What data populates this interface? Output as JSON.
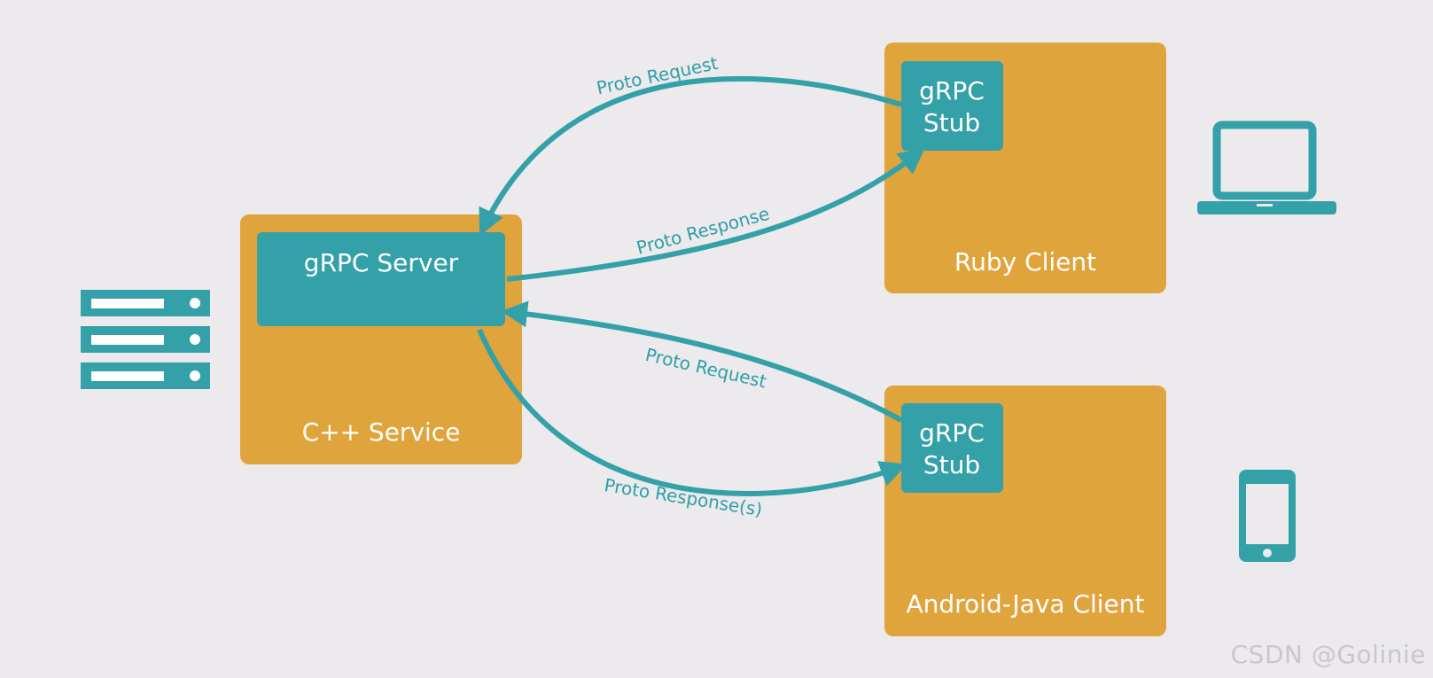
{
  "colors": {
    "background": "#eceaec",
    "node_orange": "#e0a43c",
    "node_teal": "#34a0a8",
    "arrow_teal": "#34a0a8",
    "watermark": "#c9c7ca"
  },
  "nodes": {
    "cpp_service": {
      "label": "C++ Service"
    },
    "grpc_server": {
      "label": "gRPC Server"
    },
    "ruby_client": {
      "label": "Ruby Client"
    },
    "ruby_stub": {
      "line1": "gRPC",
      "line2": "Stub"
    },
    "android_client": {
      "label": "Android-Java Client"
    },
    "android_stub": {
      "line1": "gRPC",
      "line2": "Stub"
    }
  },
  "edges": {
    "ruby_request": {
      "label": "Proto Request"
    },
    "ruby_response": {
      "label": "Proto Response"
    },
    "android_request": {
      "label": "Proto Request"
    },
    "android_response": {
      "label": "Proto Response(s)"
    }
  },
  "icons": {
    "server": "server-rack-icon",
    "laptop": "laptop-icon",
    "phone": "smartphone-icon"
  },
  "watermark": {
    "text": "CSDN @Golinie"
  }
}
